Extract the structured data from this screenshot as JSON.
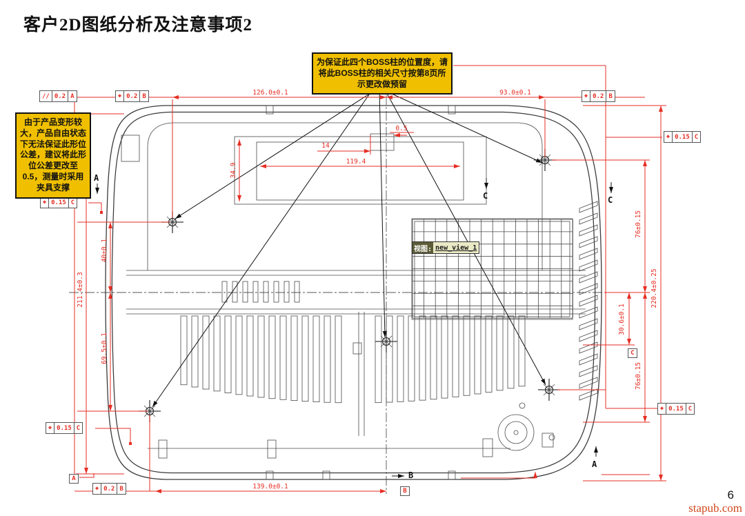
{
  "page": {
    "title": "客户2D图纸分析及注意事项2",
    "page_number": "6",
    "watermark": "stapub.com"
  },
  "callouts": {
    "boss_note": "为保证此四个BOSS柱的位置度，请将此BOSS柱的相关尺寸按第8页所示更改做预留",
    "deformation_note": "由于产品变形较大，产品自由状态下无法保证此形位公差，建议将此形位公差更改至0.5，测量时采用夹具支撑"
  },
  "view_label": {
    "prefix": "视图:",
    "name": "new_view_1"
  },
  "gdt": {
    "f1": {
      "symbol": "//",
      "value": "0.2",
      "datum": "A"
    },
    "f2": {
      "symbol": "⌖",
      "value": "0.2",
      "datum": "B"
    },
    "f3": {
      "symbol": "⌖",
      "value": "0.2",
      "datum": "B"
    },
    "f4": {
      "symbol": "⌖",
      "value": "0.15",
      "datum": "C"
    },
    "f5": {
      "symbol": "⌖",
      "value": "0.15",
      "datum": "C"
    },
    "f6": {
      "symbol": "⌖",
      "value": "0.15",
      "datum": "C"
    },
    "f7": {
      "symbol": "⌖",
      "value": "0.2",
      "datum": "B"
    },
    "f8": {
      "symbol": "⌖",
      "value": "0.15",
      "datum": "C"
    }
  },
  "dims": {
    "top_left": "126.0±0.1",
    "top_right": "93.0±0.1",
    "left_outer": "211.4±0.3",
    "left_upper": "40±0.1",
    "left_lower": "69.5±0.1",
    "right_outer": "220.4±0.25",
    "right_upper": "76±0.15",
    "right_mid": "30.6±0.1",
    "right_lower": "76±0.15",
    "bottom": "139.0±0.1",
    "recess_h": "34.9",
    "recess_w": "119.4",
    "notch_w": "14",
    "notch_offset": "0.5"
  },
  "datum_letters": {
    "left_a": "A",
    "center_c": "C",
    "right_c": "C",
    "bottom_b": "B",
    "bottom_right_a": "A"
  },
  "datum_boxes": {
    "a": "A",
    "b": "B",
    "c": "C"
  },
  "colors": {
    "dimension_red": "#e62e24",
    "callout_yellow": "#f0c000"
  }
}
